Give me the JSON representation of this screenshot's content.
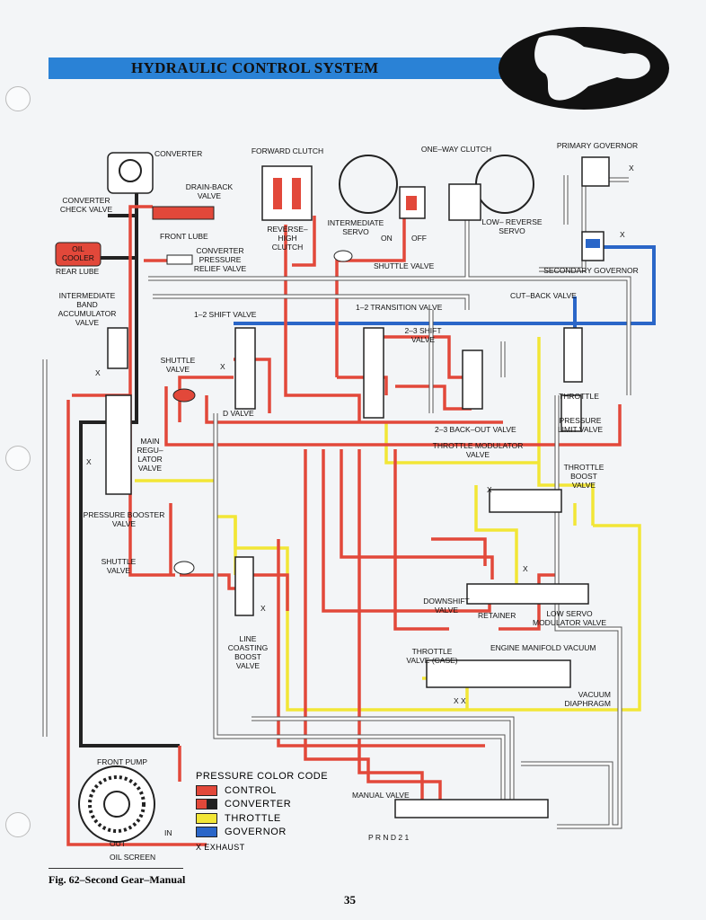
{
  "header": {
    "title": "HYDRAULIC CONTROL SYSTEM"
  },
  "labels": {
    "converter": "CONVERTER",
    "forward_clutch": "FORWARD CLUTCH",
    "one_way_clutch": "ONE–WAY CLUTCH",
    "primary_governor": "PRIMARY GOVERNOR",
    "drain_back_valve": "DRAIN-BACK\nVALVE",
    "converter_check_valve": "CONVERTER\nCHECK VALVE",
    "oil_cooler": "OIL\nCOOLER",
    "rear_lube": "REAR LUBE",
    "front_lube": "FRONT LUBE",
    "converter_pressure_relief": "CONVERTER\nPRESSURE\nRELIEF VALVE",
    "reverse_high_clutch": "REVERSE–\nHIGH\nCLUTCH",
    "intermediate_servo": "INTERMEDIATE\nSERVO",
    "on": "ON",
    "off": "OFF",
    "low_reverse_servo": "LOW–  REVERSE\nSERVO",
    "shuttle_valve_top": "SHUTTLE VALVE",
    "secondary_governor": "SECONDARY GOVERNOR",
    "intermediate_band_accumulator": "INTERMEDIATE\nBAND\nACCUMULATOR\nVALVE",
    "shift_1_2": "1–2 SHIFT VALVE",
    "transition_1_2": "1–2 TRANSITION VALVE",
    "cut_back_valve": "CUT–BACK VALVE",
    "shift_2_3": "2–3 SHIFT\nVALVE",
    "shuttle_valve_left": "SHUTTLE\nVALVE",
    "d_valve": "D VALVE",
    "throttle": "THROTTLE",
    "pressure_limit": "PRESSURE\nLIMIT VALVE",
    "back_out_2_3": "2–3 BACK–OUT VALVE",
    "throttle_modulator": "THROTTLE MODULATOR\nVALVE",
    "main_regulator": "MAIN\nREGU–\nLATOR\nVALVE",
    "throttle_boost": "THROTTLE\nBOOST\nVALVE",
    "pressure_booster": "PRESSURE BOOSTER\nVALVE",
    "shuttle_valve_mid": "SHUTTLE\nVALVE",
    "downshift_valve": "DOWNSHIFT\nVALVE",
    "retainer": "RETAINER",
    "low_servo_modulator": "LOW SERVO\nMODULATOR VALVE",
    "line_coasting_boost": "LINE\nCOASTING\nBOOST\nVALVE",
    "throttle_valve_case": "THROTTLE\nVALVE (CASE)",
    "engine_manifold_vacuum": "ENGINE MANIFOLD VACUUM",
    "vacuum_diaphragm": "VACUUM\nDIAPHRAGM",
    "front_pump": "FRONT PUMP",
    "manual_valve": "MANUAL VALVE",
    "prnd21": "P  R N D 2  1",
    "out": "OUT",
    "in": "IN",
    "oil_screen": "OIL SCREEN",
    "x": "X",
    "xx": "X   X"
  },
  "legend": {
    "title": "PRESSURE COLOR CODE",
    "items": [
      {
        "label": "CONTROL",
        "color": "#e2483a"
      },
      {
        "label": "CONVERTER",
        "color": "#222222"
      },
      {
        "label": "THROTTLE",
        "color": "#f2e636"
      },
      {
        "label": "GOVERNOR",
        "color": "#2a66c8"
      }
    ],
    "exhaust": "X  EXHAUST"
  },
  "footer": {
    "caption": "Fig. 62–Second Gear–Manual",
    "page_number": "35"
  },
  "colors": {
    "control": "#e2483a",
    "converter": "#222222",
    "throttle": "#f2e636",
    "governor": "#2a66c8",
    "exhaust_line": "#ffffff",
    "banner": "#2a82d6"
  }
}
